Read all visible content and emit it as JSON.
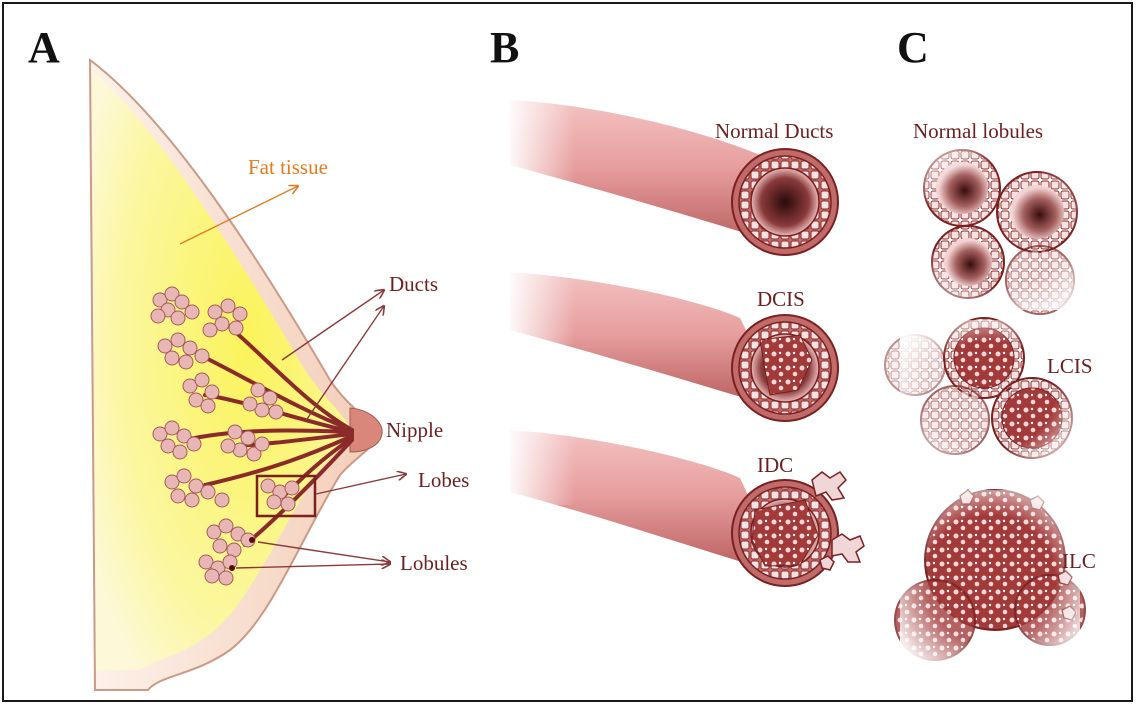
{
  "panels": {
    "a": {
      "letter": "A",
      "labels": {
        "fat_tissue": "Fat tissue",
        "ducts": "Ducts",
        "nipple": "Nipple",
        "lobes": "Lobes",
        "lobules": "Lobules"
      }
    },
    "b": {
      "letter": "B",
      "labels": {
        "normal_ducts": "Normal Ducts",
        "dcis": "DCIS",
        "idc": "IDC"
      }
    },
    "c": {
      "letter": "C",
      "labels": {
        "normal_lobules": "Normal lobules",
        "lcis": "LCIS",
        "ilc": "ILC"
      }
    }
  },
  "colors": {
    "label": "#6b1f1f",
    "fat_label": "#e07b20",
    "duct_pink": "#d98b8b",
    "duct_dark": "#8a2a2a",
    "fat_yellow": "#f6f07a",
    "skin": "#f6dcc8",
    "lobule_pink": "#e9b6b6"
  }
}
